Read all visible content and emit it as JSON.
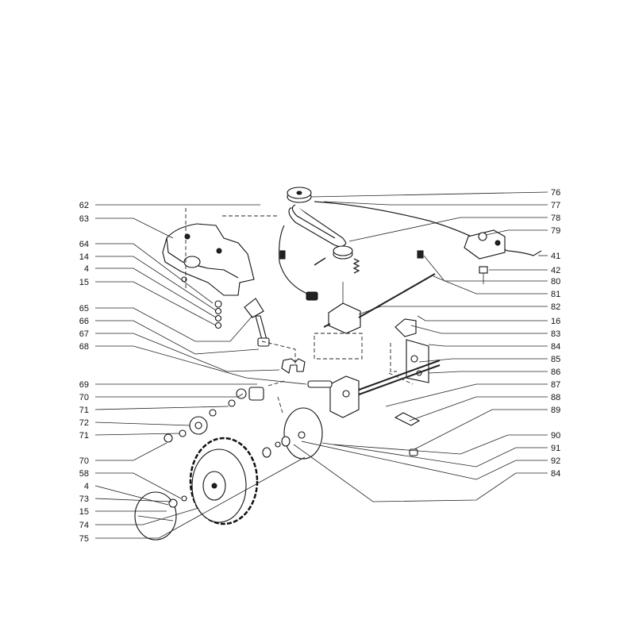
{
  "left_callouts": [
    "62",
    "63",
    "64",
    "14",
    "4",
    "15",
    "65",
    "66",
    "67",
    "68",
    "69",
    "70",
    "71",
    "72",
    "71",
    "70",
    "58",
    "4",
    "73",
    "15",
    "74",
    "75"
  ],
  "right_callouts": [
    "76",
    "77",
    "78",
    "79",
    "41",
    "42",
    "80",
    "81",
    "82",
    "16",
    "83",
    "84",
    "85",
    "86",
    "87",
    "88",
    "89",
    "90",
    "91",
    "92",
    "84"
  ]
}
